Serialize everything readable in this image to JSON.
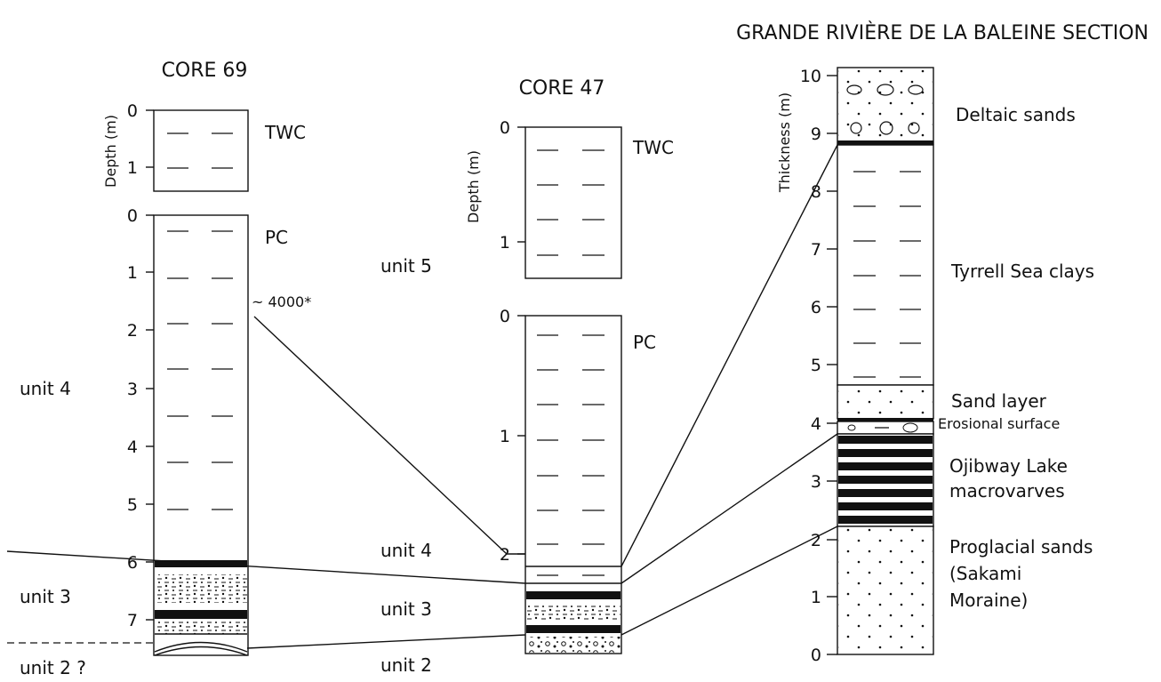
{
  "header": {
    "title": "GRANDE RIVIÈRE DE LA BALEINE SECTION"
  },
  "core69": {
    "title": "CORE 69",
    "twc": {
      "label": "TWC",
      "axis_label": "Depth (m)",
      "ticks": [
        "0",
        "1"
      ]
    },
    "pc": {
      "label": "PC",
      "ticks": [
        "0",
        "1",
        "2",
        "3",
        "4",
        "5",
        "6",
        "7"
      ]
    },
    "date_annotation": "~ 4000*",
    "units": [
      "unit 4",
      "unit 3",
      "unit 2 ?"
    ]
  },
  "core47": {
    "title": "CORE 47",
    "twc": {
      "label": "TWC",
      "axis_label": "Depth (m)",
      "ticks": [
        "0",
        "1"
      ]
    },
    "pc": {
      "label": "PC",
      "ticks": [
        "0",
        "1",
        "2"
      ]
    },
    "units": [
      "unit 5",
      "unit 4",
      "unit 3",
      "unit 2"
    ]
  },
  "section": {
    "axis_label": "Thickness (m)",
    "ticks": [
      "0",
      "1",
      "2",
      "3",
      "4",
      "5",
      "6",
      "7",
      "8",
      "9",
      "10"
    ],
    "layers": [
      "Deltaic sands",
      "Tyrrell Sea clays",
      "Sand layer",
      "Erosional surface",
      "Ojibway Lake macrovarves",
      "Proglacial sands (Sakami Moraine)"
    ]
  }
}
